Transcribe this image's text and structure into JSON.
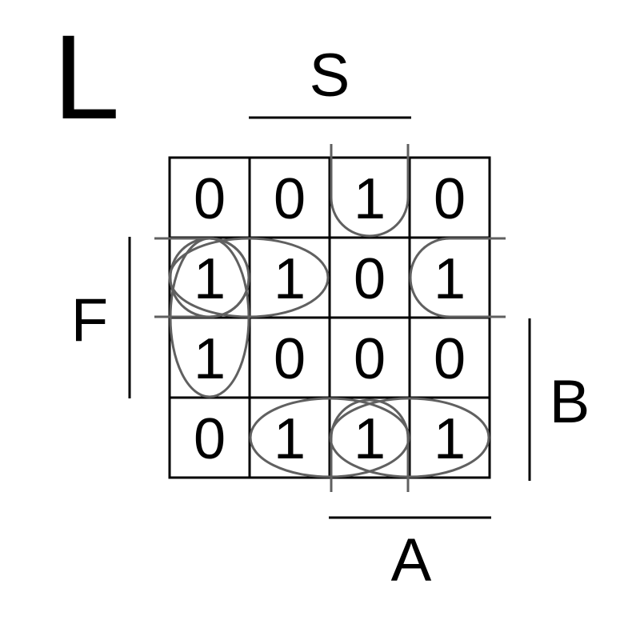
{
  "title": "L",
  "variables": {
    "top": "S",
    "left": "F",
    "right": "B",
    "bottom": "A"
  },
  "cells": [
    [
      "0",
      "0",
      "1",
      "0"
    ],
    [
      "1",
      "1",
      "0",
      "1"
    ],
    [
      "1",
      "0",
      "0",
      "0"
    ],
    [
      "0",
      "1",
      "1",
      "1"
    ]
  ],
  "colors": {
    "text": "#000000",
    "grid": "#000000",
    "loops": "#606060"
  }
}
